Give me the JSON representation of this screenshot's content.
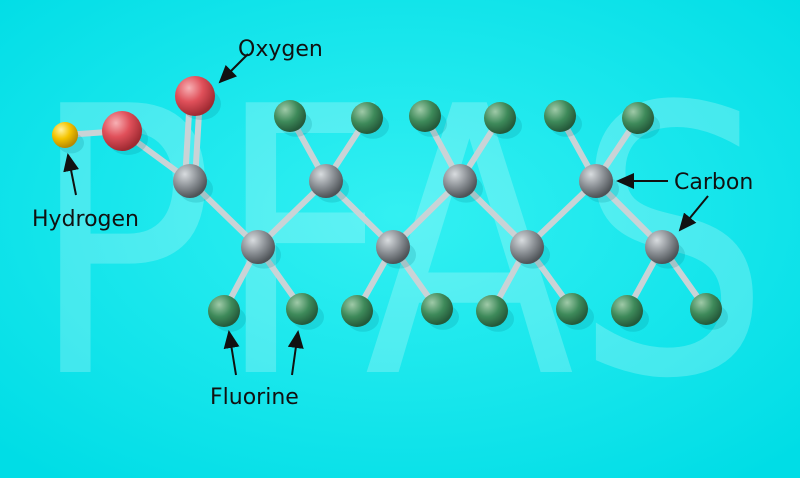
{
  "title_watermark": "PFAS",
  "labels": {
    "oxygen": "Oxygen",
    "hydrogen": "Hydrogen",
    "carbon": "Carbon",
    "fluorine": "Fluorine"
  },
  "colors": {
    "background": "#00e3ea",
    "hydrogen": "#f5c400",
    "oxygen": "#e0505a",
    "carbon": "#8a8f94",
    "fluorine": "#3e8a5a",
    "bond": "#c9d3d6"
  }
}
